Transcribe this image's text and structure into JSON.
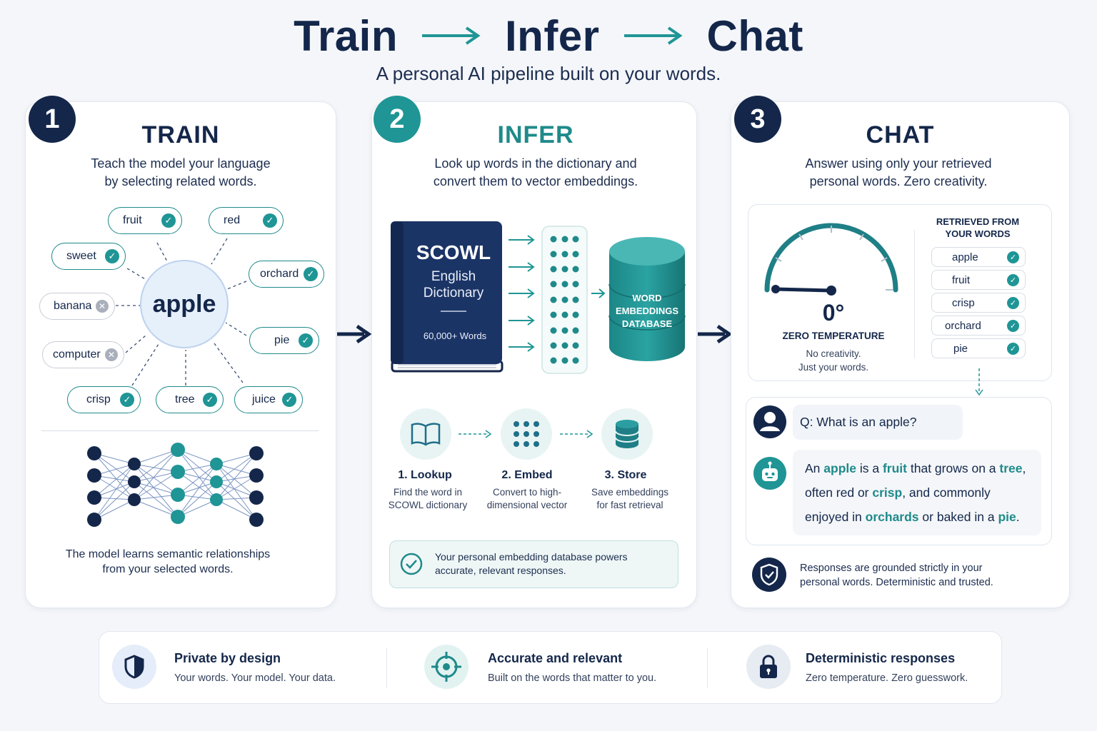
{
  "header": {
    "word1": "Train",
    "word2": "Infer",
    "word3": "Chat",
    "subtitle": "A personal AI pipeline built on your words."
  },
  "train": {
    "number": "1",
    "title": "TRAIN",
    "desc_line1": "Teach the model your language",
    "desc_line2": "by selecting related words.",
    "center_word": "apple",
    "chips": {
      "fruit": "fruit",
      "red": "red",
      "sweet": "sweet",
      "orchard": "orchard",
      "banana": "banana",
      "pie": "pie",
      "computer": "computer",
      "crisp": "crisp",
      "tree": "tree",
      "juice": "juice"
    },
    "footer_line1": "The model learns semantic relationships",
    "footer_line2": "from your selected words."
  },
  "infer": {
    "number": "2",
    "title": "INFER",
    "desc_line1": "Look up words in the dictionary and",
    "desc_line2": "convert them to vector embeddings.",
    "book": {
      "title": "SCOWL",
      "sub1": "English",
      "sub2": "Dictionary",
      "count": "60,000+ Words"
    },
    "db": {
      "line1": "WORD",
      "line2": "EMBEDDINGS",
      "line3": "DATABASE"
    },
    "steps": [
      {
        "title": "1. Lookup",
        "desc1": "Find the word in",
        "desc2": "SCOWL dictionary"
      },
      {
        "title": "2. Embed",
        "desc1": "Convert to high-",
        "desc2": "dimensional vector"
      },
      {
        "title": "3. Store",
        "desc1": "Save embeddings",
        "desc2": "for fast retrieval"
      }
    ],
    "note_line1": "Your personal embedding database powers",
    "note_line2": "accurate, relevant responses."
  },
  "chat": {
    "number": "3",
    "title": "CHAT",
    "desc_line1": "Answer using only your retrieved",
    "desc_line2": "personal words. Zero creativity.",
    "gauge": {
      "value": "0°",
      "label": "ZERO TEMPERATURE",
      "note1": "No creativity.",
      "note2": "Just your words."
    },
    "retrieved_title1": "RETRIEVED FROM",
    "retrieved_title2": "YOUR WORDS",
    "retrieved": [
      "apple",
      "fruit",
      "crisp",
      "orchard",
      "pie"
    ],
    "question": "Q: What is an apple?",
    "answer": {
      "t1": "An ",
      "w1": "apple",
      "t2": " is a ",
      "w2": "fruit",
      "t3": " that grows on a ",
      "w3": "tree",
      "t4": ",",
      "t5": "often red or ",
      "w4": "crisp",
      "t6": ", and commonly",
      "t7": "enjoyed in ",
      "w5": "orchards",
      "t8": " or baked in a ",
      "w6": "pie",
      "t9": "."
    },
    "footer_line1": "Responses are grounded strictly in your",
    "footer_line2": "personal words. Deterministic and trusted."
  },
  "features": [
    {
      "title": "Private by design",
      "desc": "Your words. Your model. Your data."
    },
    {
      "title": "Accurate and relevant",
      "desc": "Built on the words that matter to you."
    },
    {
      "title": "Deterministic responses",
      "desc": "Zero temperature. Zero guesswork."
    }
  ],
  "colors": {
    "navy": "#14274a",
    "teal": "#1f9595",
    "background": "#f4f6fa"
  }
}
